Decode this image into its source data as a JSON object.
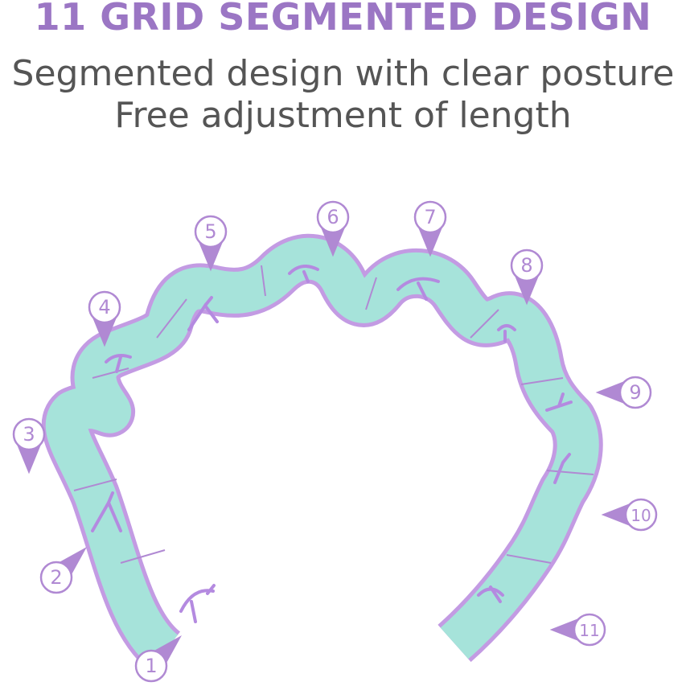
{
  "headline": "11 GRID SEGMENTED DESIGN",
  "subtitle_lines": [
    "Segmented design with clear posture",
    "Free adjustment of length"
  ],
  "segment_markers": [
    "1",
    "2",
    "3",
    "4",
    "5",
    "6",
    "7",
    "8",
    "9",
    "10",
    "11"
  ],
  "colors": {
    "accent_purple": "#9b76c4",
    "marker_purple": "#b089d3",
    "band_teal": "#a6e3da",
    "band_border": "#c39be3",
    "text_gray": "#555555",
    "background": "#ffffff"
  }
}
